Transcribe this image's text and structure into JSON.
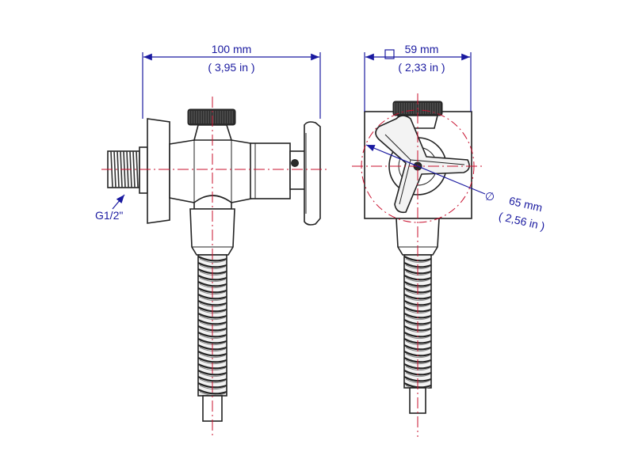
{
  "width_dimension": {
    "metric": "100 mm",
    "imperial": "( 3,95 in )"
  },
  "depth_dimension": {
    "metric": "59 mm",
    "imperial": "( 2,33 in )"
  },
  "handle_dimension": {
    "symbol": "∅",
    "metric": "65 mm",
    "imperial": "( 2,56 in )"
  },
  "thread_label": "G1/2\"",
  "colors": {
    "dimension": "#1a1aa0",
    "centerline": "#c8102e",
    "outline": "#222222"
  }
}
